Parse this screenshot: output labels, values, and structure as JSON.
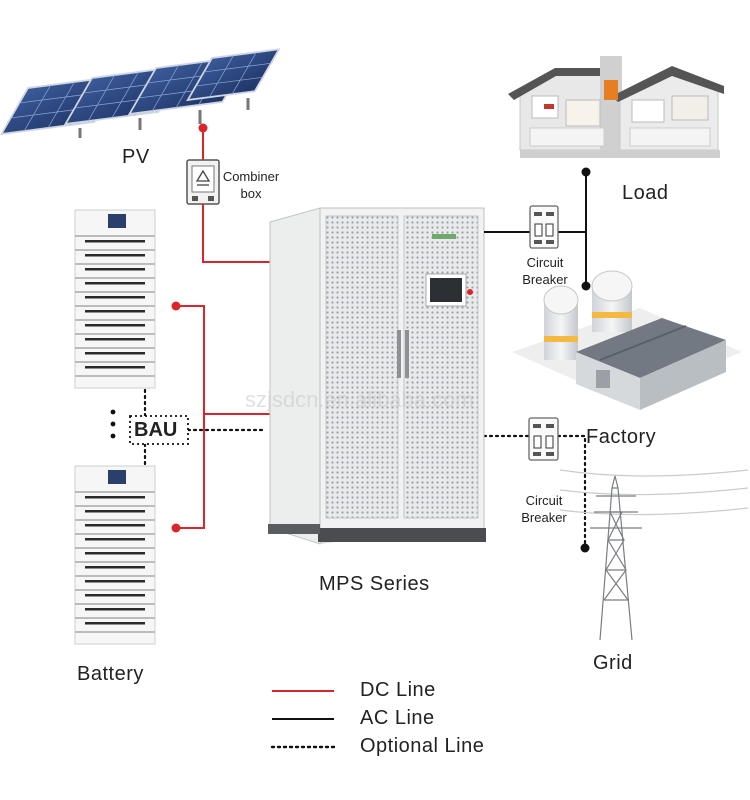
{
  "labels": {
    "pv": "PV",
    "combiner_box": "Combiner\nbox",
    "load": "Load",
    "circuit_breaker_top": "Circuit\nBreaker",
    "factory": "Factory",
    "circuit_breaker_bottom": "Circuit\nBreaker",
    "grid": "Grid",
    "bau": "BAU",
    "battery": "Battery",
    "mps_series": "MPS Series",
    "watermark": "szjsdcn.en.alibaba.com"
  },
  "legend": [
    {
      "label": "DC Line",
      "style": "solid",
      "color": "#d9262c"
    },
    {
      "label": "AC Line",
      "style": "solid",
      "color": "#111111"
    },
    {
      "label": "Optional Line",
      "style": "dotted",
      "color": "#111111"
    }
  ],
  "colors": {
    "dc": "#d9262c",
    "ac": "#111111"
  }
}
